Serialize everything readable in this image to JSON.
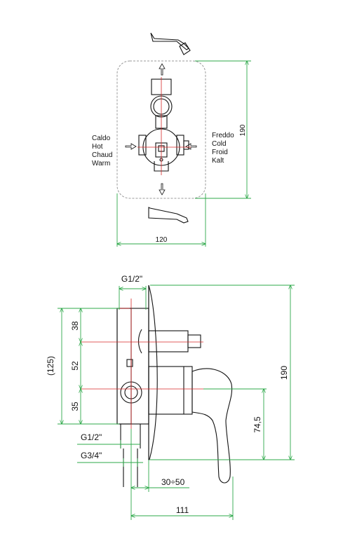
{
  "colors": {
    "dimension_lines": "#2ea84a",
    "center_lines": "#d62828",
    "outline_box": "#999999",
    "drawing": "#111111"
  },
  "top_view": {
    "hot_labels": [
      "Caldo",
      "Hot",
      "Chaud",
      "Warm"
    ],
    "cold_labels": [
      "Freddo",
      "Cold",
      "Froid",
      "Kalt"
    ],
    "height_dim": "190",
    "width_dim": "120"
  },
  "side_view": {
    "dim_g12_top": "G1/2\"",
    "dim_125": "(125)",
    "dim_38": "38",
    "dim_52": "52",
    "dim_35": "35",
    "dim_190": "190",
    "dim_745": "74,5",
    "dim_g12_bottom": "G1/2\"",
    "dim_g34": "G3/4\"",
    "dim_3050": "30÷50",
    "dim_111": "111"
  }
}
